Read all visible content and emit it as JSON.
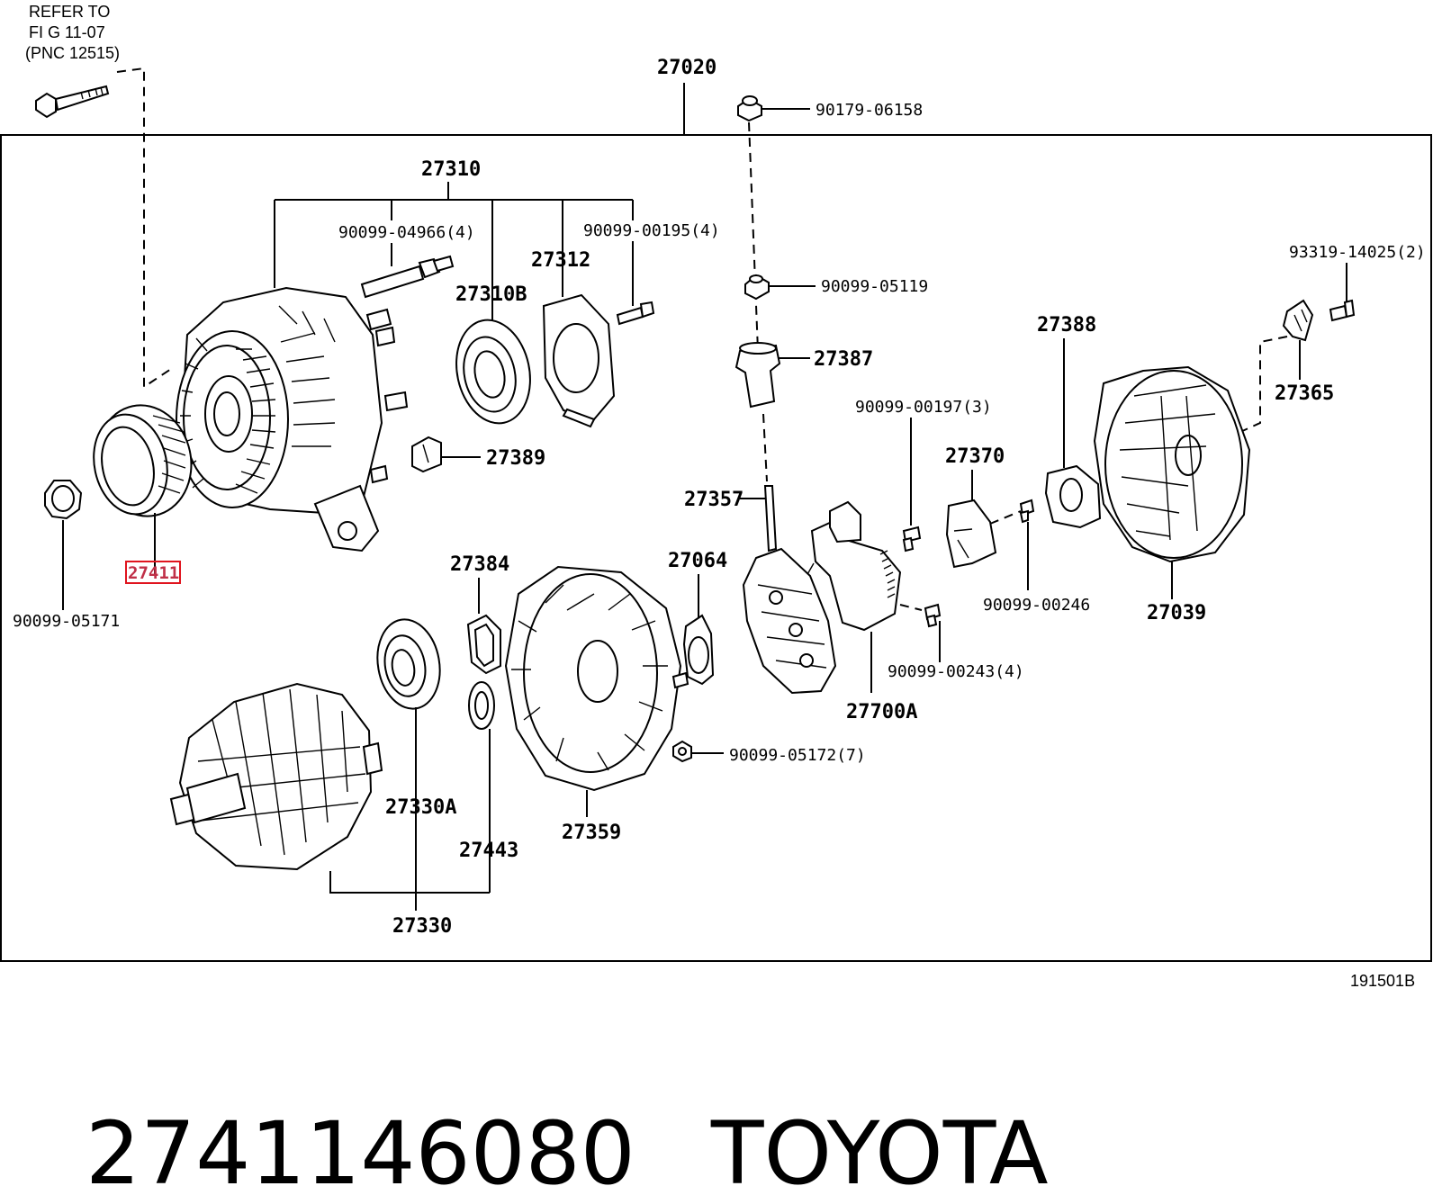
{
  "refer_note": {
    "line1": "REFER TO",
    "line2": "FI G 11-07",
    "line3": "(PNC 12515)"
  },
  "drawing_code": "191501B",
  "highlight_color": "#e0141e",
  "labels": {
    "p27020": "27020",
    "p90179_06158": "90179-06158",
    "p27310": "27310",
    "p90099_04966": "90099-04966(4)",
    "p90099_00195": "90099-00195(4)",
    "p27312": "27312",
    "p27310b": "27310B",
    "p90099_05119": "90099-05119",
    "p93319_14025": "93319-14025(2)",
    "p27388": "27388",
    "p27387": "27387",
    "p27365": "27365",
    "p90099_00197": "90099-00197(3)",
    "p27370": "27370",
    "p27389": "27389",
    "p27357": "27357",
    "p27064": "27064",
    "p27384": "27384",
    "p27411": "27411",
    "p90099_05171": "90099-05171",
    "p90099_00246": "90099-00246",
    "p27039": "27039",
    "p90099_00243": "90099-00243(4)",
    "p27700a": "27700A",
    "p90099_05172": "90099-05172(7)",
    "p27330a": "27330A",
    "p27443": "27443",
    "p27359": "27359",
    "p27330": "27330"
  },
  "footer": {
    "part_number": "2741146080",
    "brand": "TOYOTA"
  }
}
